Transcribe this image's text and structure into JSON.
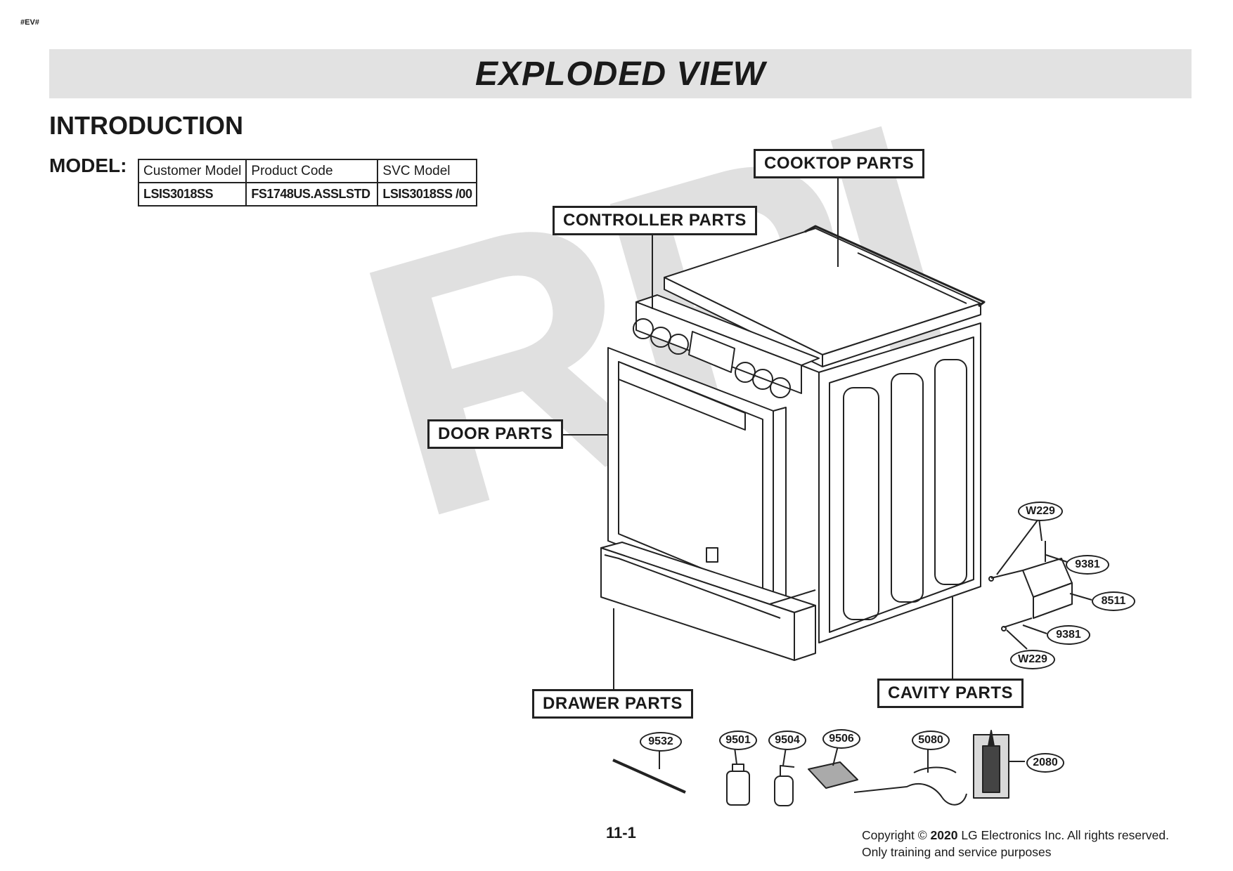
{
  "corner_tag": "#EV#",
  "header": {
    "title": "EXPLODED VIEW"
  },
  "section": {
    "title": "INTRODUCTION"
  },
  "model": {
    "label": "MODEL:",
    "headers": [
      "Customer Model",
      "Product Code",
      "SVC Model"
    ],
    "values": [
      "LSIS3018SS",
      "FS1748US.ASSLSTD",
      "LSIS3018SS /00"
    ]
  },
  "watermark": "RPI",
  "part_groups": {
    "cooktop": "COOKTOP PARTS",
    "controller": "CONTROLLER PARTS",
    "door": "DOOR PARTS",
    "drawer": "DRAWER PARTS",
    "cavity": "CAVITY PARTS"
  },
  "callouts": {
    "w229_top": "W229",
    "c9381_top": "9381",
    "c8511": "8511",
    "c9381_bottom": "9381",
    "w229_bottom": "W229",
    "c9532": "9532",
    "c9501": "9501",
    "c9504": "9504",
    "c9506": "9506",
    "c5080": "5080",
    "c2080": "2080"
  },
  "footer": {
    "page_number": "11-1",
    "copyright_prefix": "Copyright © ",
    "copyright_year": "2020",
    "copyright_suffix": " LG Electronics Inc. All rights reserved.",
    "copyright_line2": "Only training and service purposes"
  }
}
